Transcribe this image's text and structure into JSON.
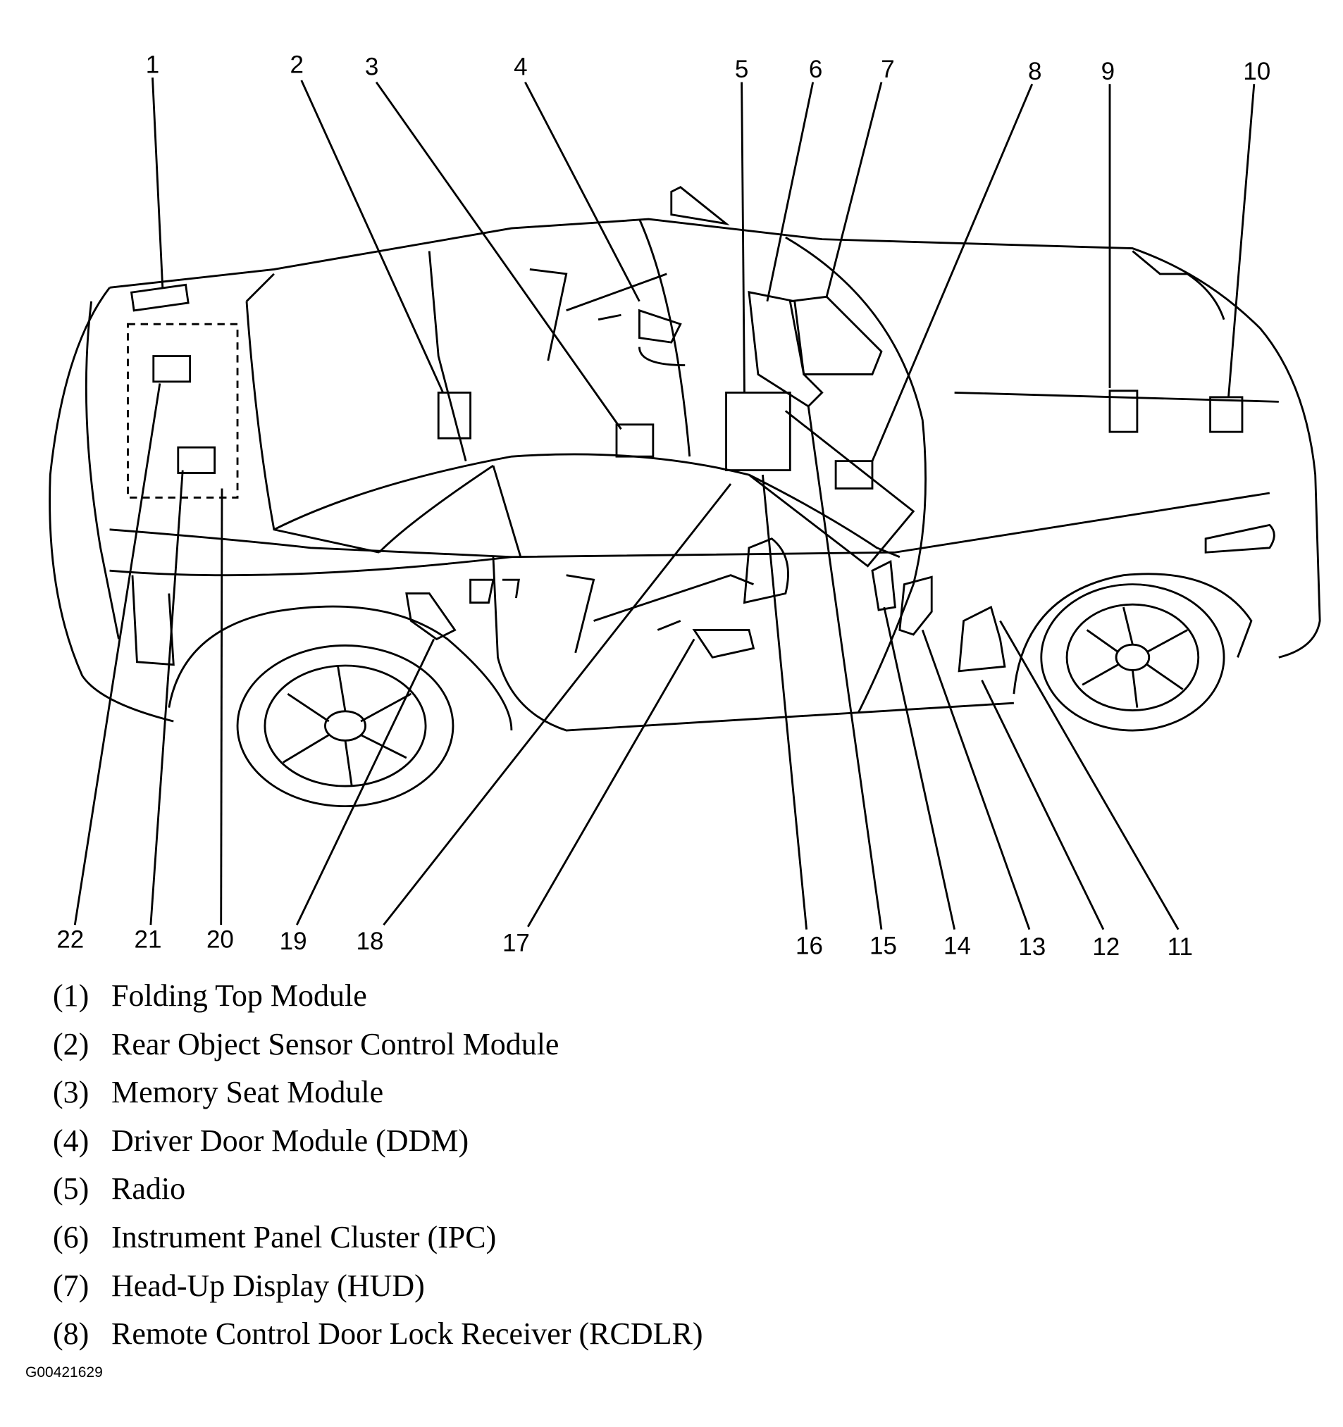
{
  "callouts_top": [
    "1",
    "2",
    "3",
    "4",
    "5",
    "6",
    "7",
    "8",
    "9",
    "10"
  ],
  "callouts_bottom": [
    "22",
    "21",
    "20",
    "19",
    "18",
    "17",
    "16",
    "15",
    "14",
    "13",
    "12",
    "11"
  ],
  "legend": [
    {
      "num": "(1)",
      "text": "Folding Top Module"
    },
    {
      "num": "(2)",
      "text": "Rear Object Sensor Control Module"
    },
    {
      "num": "(3)",
      "text": "Memory Seat Module"
    },
    {
      "num": "(4)",
      "text": "Driver Door Module (DDM)"
    },
    {
      "num": "(5)",
      "text": "Radio"
    },
    {
      "num": "(6)",
      "text": "Instrument Panel Cluster (IPC)"
    },
    {
      "num": "(7)",
      "text": "Head-Up Display (HUD)"
    },
    {
      "num": "(8)",
      "text": "Remote Control Door Lock Receiver (RCDLR)"
    }
  ],
  "figure_id": "G00421629"
}
